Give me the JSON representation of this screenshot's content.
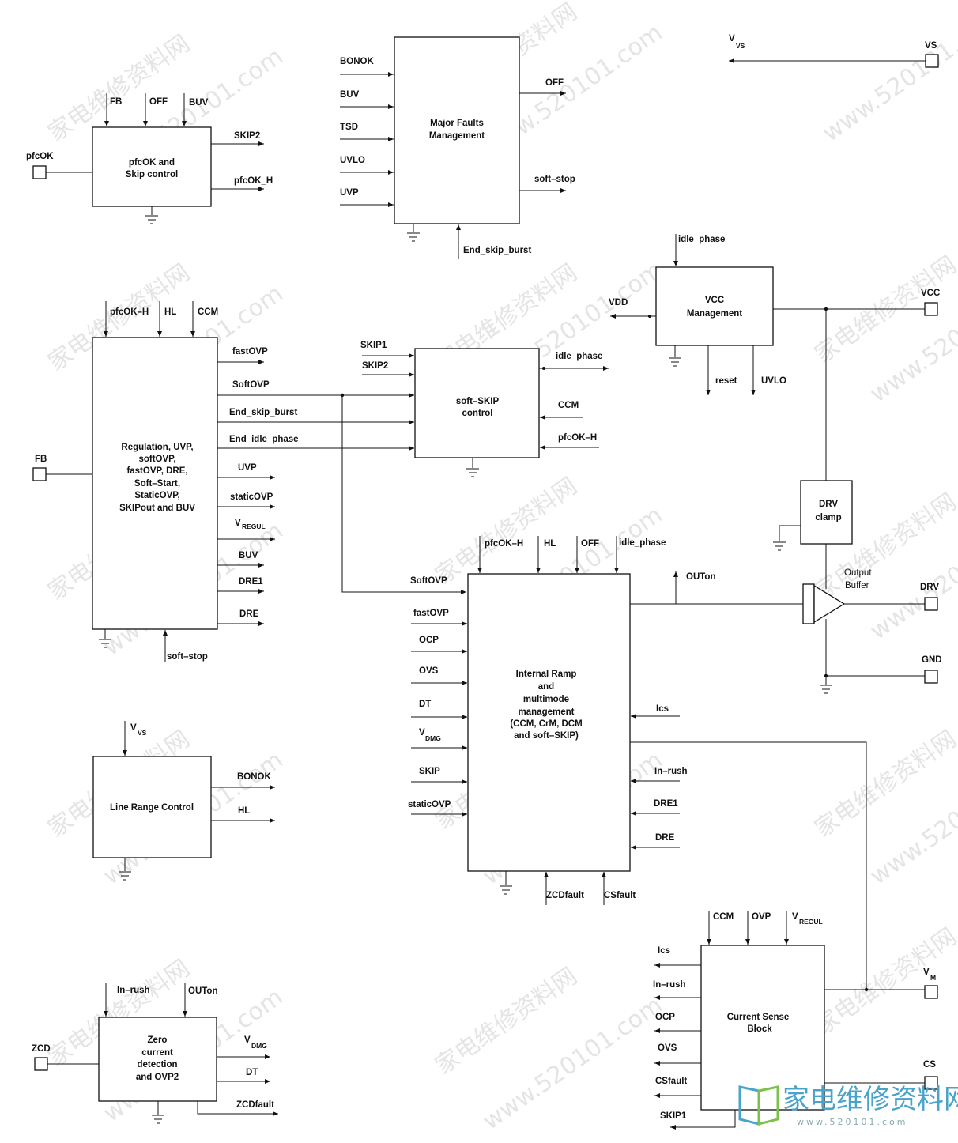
{
  "watermark": {
    "text_cn": "家电维修资料网",
    "text_url": "www.520101.com"
  },
  "logo": {
    "title": "家电维修资料网",
    "url": "www.520101.com"
  },
  "blocks": {
    "pfcok_skip": {
      "lines": [
        "pfcOK and",
        "Skip control"
      ]
    },
    "major_faults": {
      "lines": [
        "Major Faults",
        "Management"
      ]
    },
    "regulation": {
      "lines": [
        "Regulation, UVP,",
        "softOVP,",
        "fastOVP, DRE,",
        "Soft–Start,",
        "StaticOVP,",
        "SKIPout and BUV"
      ]
    },
    "soft_skip": {
      "lines": [
        "soft–SKIP",
        "control"
      ]
    },
    "vcc_mgmt": {
      "lines": [
        "VCC",
        "Management"
      ]
    },
    "drv_clamp": {
      "lines": [
        "DRV",
        "clamp"
      ]
    },
    "output_buffer": {
      "lines": [
        "Output",
        "Buffer"
      ]
    },
    "line_range": {
      "lines": [
        "Line Range Control"
      ]
    },
    "internal_ramp": {
      "lines": [
        "Internal Ramp",
        "and",
        "multimode",
        "management",
        "(CCM, CrM, DCM",
        "and soft–SKIP)"
      ]
    },
    "current_sense": {
      "lines": [
        "Current Sense",
        "Block"
      ]
    },
    "zcd_block": {
      "lines": [
        "Zero",
        "current",
        "detection",
        "and OVP2"
      ]
    }
  },
  "pins": {
    "pfcok": "pfcOK",
    "fb": "FB",
    "vs": "VS",
    "vcc": "VCC",
    "drv": "DRV",
    "gnd": "GND",
    "vm": "V",
    "vm_sub": "M",
    "cs": "CS",
    "zcd": "ZCD"
  },
  "signals": {
    "vvs": "V",
    "vvs_sub": "VS",
    "pfcok_in": {
      "fb": "FB",
      "off": "OFF",
      "buv": "BUV"
    },
    "pfcok_out": {
      "skip2": "SKIP2",
      "pfcok_h": "pfcOK_H"
    },
    "major_in": [
      "BONOK",
      "BUV",
      "TSD",
      "UVLO",
      "UVP"
    ],
    "major_out": {
      "off": "OFF",
      "soft_stop": "soft–stop"
    },
    "major_bottom": "End_skip_burst",
    "reg_top": [
      "pfcOK–H",
      "HL",
      "CCM"
    ],
    "reg_out": [
      "fastOVP",
      "SoftOVP",
      "End_skip_burst",
      "End_idle_phase",
      "UVP",
      "staticOVP",
      "V",
      "BUV",
      "DRE1",
      "DRE"
    ],
    "reg_out_vregul_sub": "REGUL",
    "reg_bottom": "soft–stop",
    "softskip_in": [
      "SKIP1",
      "SKIP2"
    ],
    "softskip_right": {
      "idle_phase": "idle_phase",
      "ccm": "CCM",
      "pfcok_h": "pfcOK–H"
    },
    "vcc_top": "idle_phase",
    "vcc_out": {
      "vdd": "VDD",
      "reset": "reset",
      "uvlo": "UVLO"
    },
    "line_out": [
      "BONOK",
      "HL"
    ],
    "ramp_top": [
      "pfcOK–H",
      "HL",
      "OFF",
      "idle_phase"
    ],
    "ramp_left": [
      "SoftOVP",
      "fastOVP",
      "OCP",
      "OVS",
      "DT",
      "V",
      "SKIP",
      "staticOVP"
    ],
    "ramp_left_vdmg_sub": "DMG",
    "ramp_right": [
      "Ics",
      "In–rush",
      "DRE1",
      "DRE"
    ],
    "ramp_bottom": [
      "ZCDfault",
      "CSfault"
    ],
    "outon": "OUTon",
    "cs_top": [
      "CCM",
      "OVP",
      "V"
    ],
    "cs_top_vregul_sub": "REGUL",
    "cs_left": [
      "Ics",
      "In–rush",
      "OCP",
      "OVS",
      "CSfault",
      "SKIP1"
    ],
    "zcd_top": [
      "In–rush",
      "OUTon"
    ],
    "zcd_out": [
      "V",
      "DT",
      "ZCDfault"
    ],
    "zcd_out_vdmg_sub": "DMG"
  }
}
